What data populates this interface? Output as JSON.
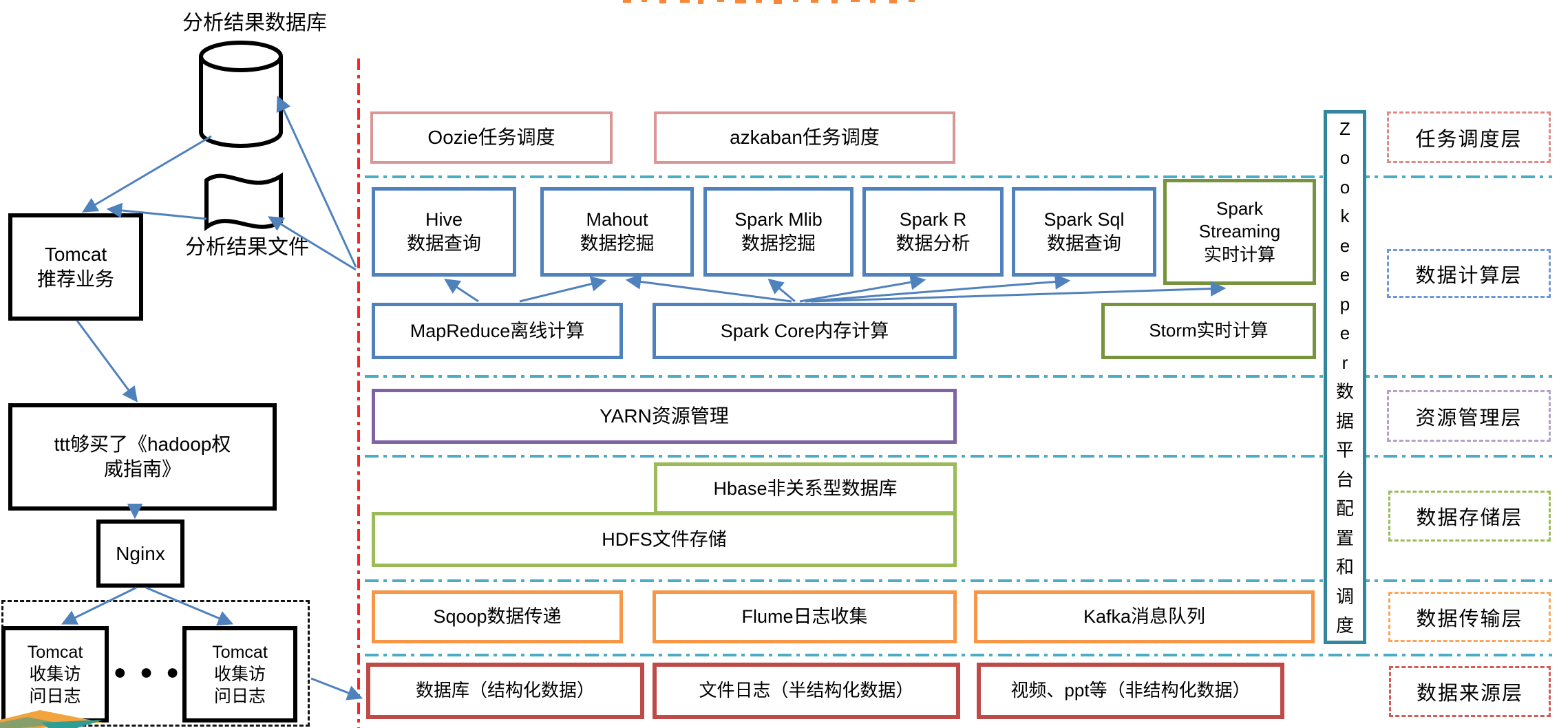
{
  "left_flow": {
    "result_db_label": "分析结果数据库",
    "result_file_label": "分析结果文件",
    "tomcat_app": "Tomcat\n推荐业务",
    "book_box": "ttt够买了《hadoop权\n威指南》",
    "nginx": "Nginx",
    "tomcat_log_1": "Tomcat\n收集访\n问日志",
    "tomcat_log_2": "Tomcat\n收集访\n问日志",
    "ellipsis_dots": "● ● ●"
  },
  "platform": {
    "scheduling": {
      "label": "任务调度层",
      "oozie": "Oozie任务调度",
      "azkaban": "azkaban任务调度"
    },
    "compute": {
      "label": "数据计算层",
      "hive": "Hive\n数据查询",
      "mahout": "Mahout\n数据挖掘",
      "spark_mlib": "Spark Mlib\n数据挖掘",
      "spark_r": "Spark R\n数据分析",
      "spark_sql": "Spark Sql\n数据查询",
      "spark_streaming": "Spark\nStreaming\n实时计算",
      "mapreduce": "MapReduce离线计算",
      "spark_core": "Spark Core内存计算",
      "storm": "Storm实时计算"
    },
    "resource": {
      "label": "资源管理层",
      "yarn": "YARN资源管理"
    },
    "storage": {
      "label": "数据存储层",
      "hbase": "Hbase非关系型数据库",
      "hdfs": "HDFS文件存储"
    },
    "transport": {
      "label": "数据传输层",
      "sqoop": "Sqoop数据传递",
      "flume": "Flume日志收集",
      "kafka": "Kafka消息队列"
    },
    "source": {
      "label": "数据来源层",
      "db": "数据库（结构化数据）",
      "filelog": "文件日志（半结构化数据）",
      "video": "视频、ppt等（非结构化数据）"
    }
  },
  "zookeeper": {
    "vertical_text": "Z\no\no\nk\ne\ne\np\ne\nr\n数\n据\n平\n台\n配\n置\n和\n调\n度"
  },
  "colors": {
    "salmon": "#d99694",
    "blue": "#4f81bd",
    "olive_green": "#77933c",
    "light_green": "#9bbb59",
    "purple": "#8064a2",
    "orange": "#f79646",
    "dark_red": "#bf4b48",
    "teal": "#31859c",
    "separator_cyan": "#4bacc6",
    "divider_red": "#ff2222",
    "arrow_blue": "#4f81bd"
  }
}
